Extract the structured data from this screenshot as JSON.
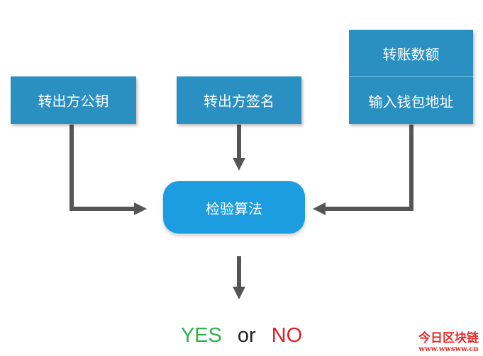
{
  "diagram": {
    "inputs": {
      "sender_public_key": "转出方公钥",
      "sender_signature": "转出方签名",
      "transfer_amount": "转账数额",
      "input_wallet_address": "输入钱包地址"
    },
    "process": "检验算法",
    "result": {
      "yes": "YES",
      "or": "or",
      "no": "NO"
    }
  },
  "watermark": {
    "title": "今日区块链",
    "url": "www.wwsww.cn"
  },
  "colors": {
    "box": "#2a8fc1",
    "process_box": "#1b9de0",
    "arrow": "#555555",
    "yes": "#2db34a",
    "no": "#e11e26",
    "watermark": "#e52b2b"
  }
}
